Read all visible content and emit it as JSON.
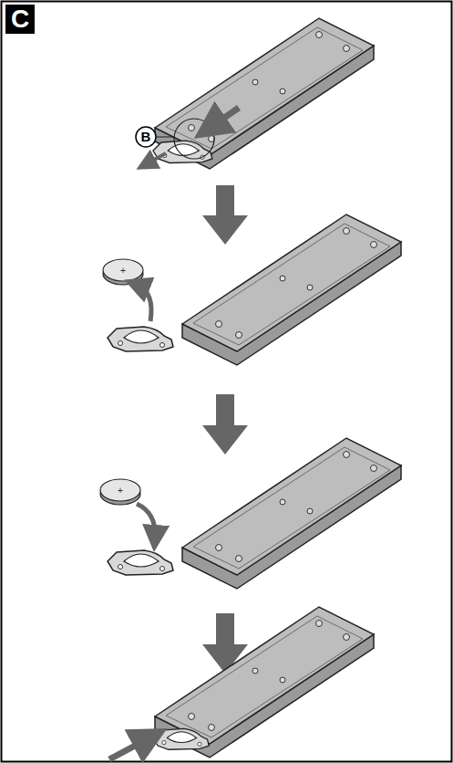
{
  "diagram": {
    "labels": [
      "C",
      "B",
      "+",
      "+"
    ]
  }
}
